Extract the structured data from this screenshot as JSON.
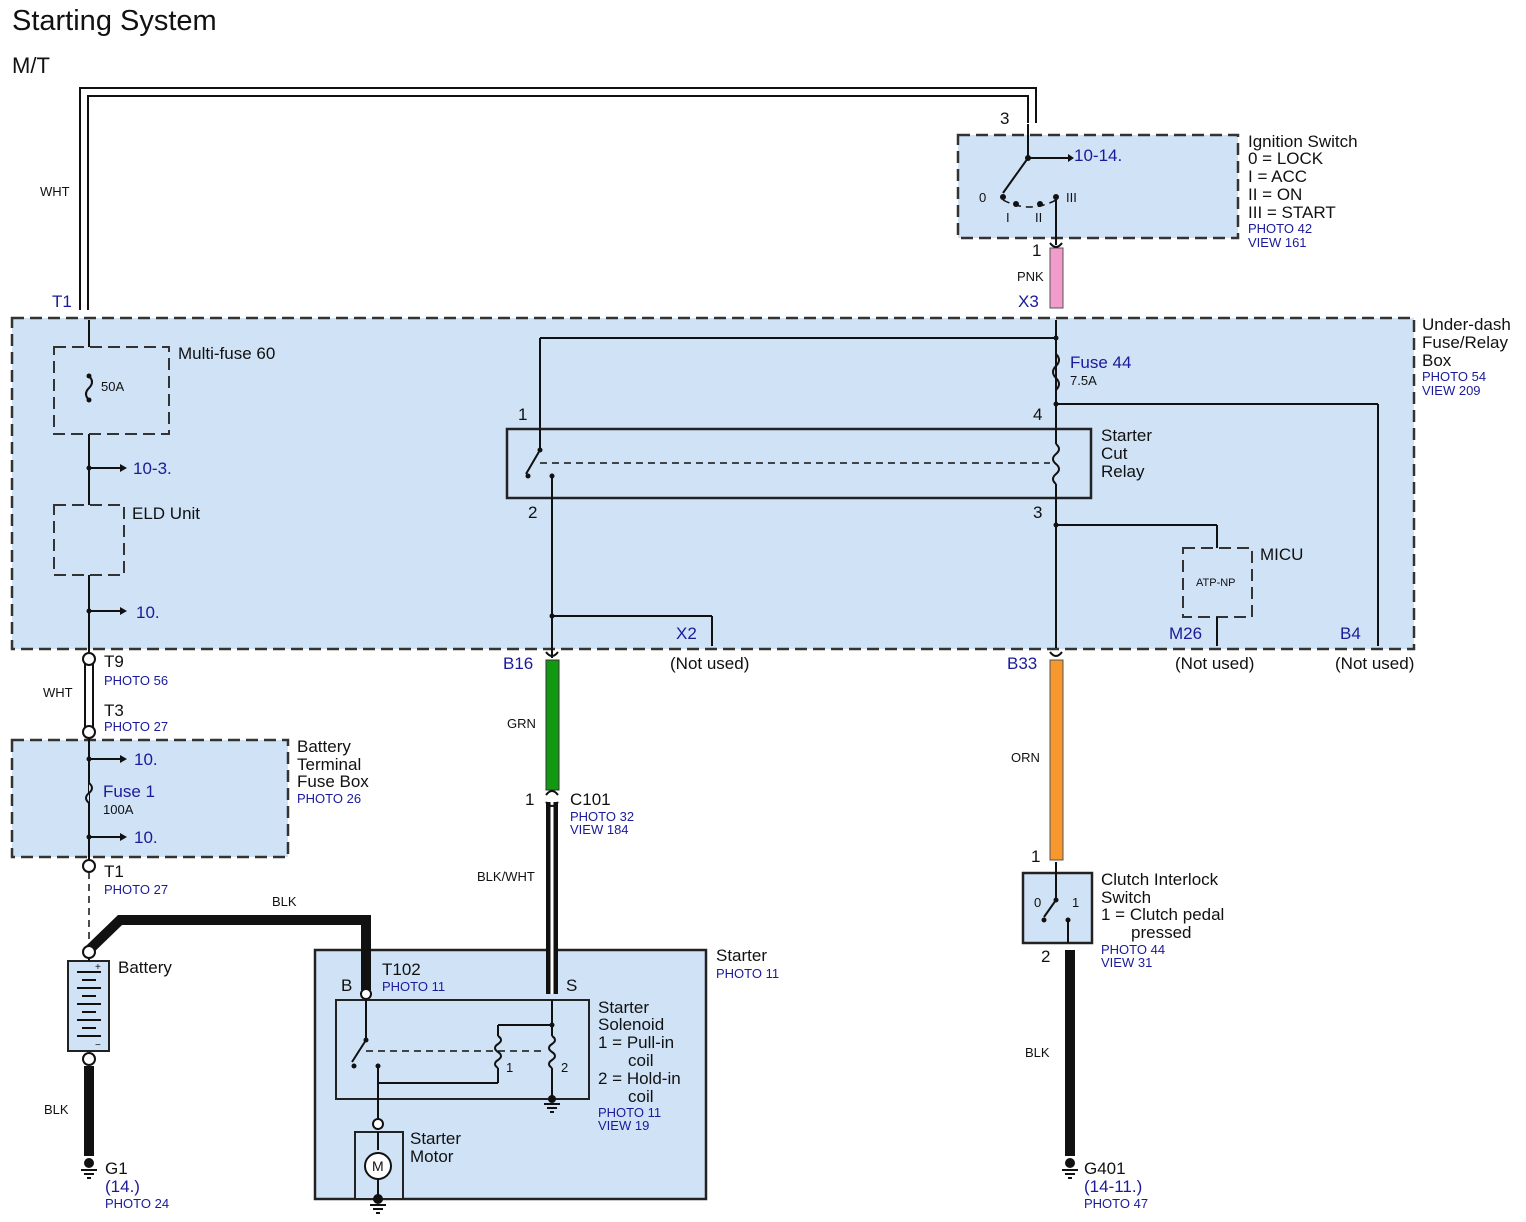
{
  "title": "Starting System",
  "subtitle": "M/T",
  "ignition_switch": {
    "name": "Ignition Switch",
    "pos0": "0 = LOCK",
    "pos1": "I = ACC",
    "pos2": "II = ON",
    "pos3": "III = START",
    "photo": "PHOTO 42",
    "view": "VIEW 161",
    "pin_top": "3",
    "pin_bottom": "1",
    "ref": "10-14.",
    "contact0": "0",
    "contact1": "I",
    "contact2": "II",
    "contact3": "III"
  },
  "fuse_relay_box": {
    "name_l1": "Under-dash",
    "name_l2": "Fuse/Relay",
    "name_l3": "Box",
    "photo": "PHOTO 54",
    "view": "VIEW 209",
    "t1": "T1",
    "x3": "X3",
    "multifuse": "Multi-fuse 60",
    "multifuse_rating": "50A",
    "ref_10_3": "10-3.",
    "eld": "ELD Unit",
    "ref_10": "10.",
    "fuse44": "Fuse 44",
    "fuse44_rating": "7.5A",
    "relay_l1": "Starter",
    "relay_l2": "Cut",
    "relay_l3": "Relay",
    "pin1": "1",
    "pin2": "2",
    "pin3": "3",
    "pin4": "4",
    "micu": "MICU",
    "micu_inner": "ATP-NP",
    "x2": "X2",
    "m26": "M26",
    "b4": "B4",
    "b16": "B16",
    "b33": "B33",
    "not_used": "(Not used)"
  },
  "wires": {
    "wht_top": "WHT",
    "pnk": "PNK",
    "wht_lower": "WHT",
    "grn": "GRN",
    "orn": "ORN",
    "blk_wht": "BLK/WHT",
    "blk_batt": "BLK",
    "blk_g1": "BLK",
    "blk_g401": "BLK"
  },
  "connectors": {
    "t9": "T9",
    "t9_photo": "PHOTO 56",
    "t3": "T3",
    "t3_photo": "PHOTO 27",
    "t1b": "T1",
    "t1b_photo": "PHOTO 27",
    "c101_pin": "1",
    "c101": "C101",
    "c101_photo": "PHOTO 32",
    "c101_view": "VIEW 184"
  },
  "battery_fuse_box": {
    "name_l1": "Battery",
    "name_l2": "Terminal",
    "name_l3": "Fuse Box",
    "photo": "PHOTO 26",
    "ref_a": "10.",
    "ref_b": "10.",
    "fuse1": "Fuse 1",
    "fuse1_rating": "100A"
  },
  "battery": {
    "name": "Battery",
    "plus": "+",
    "minus": "−"
  },
  "starter": {
    "name": "Starter",
    "photo": "PHOTO 11",
    "t102": "T102",
    "t102_photo": "PHOTO 11",
    "b": "B",
    "s": "S",
    "solenoid_l1": "Starter",
    "solenoid_l2": "Solenoid",
    "coil1_l1": "1 = Pull-in",
    "coil1_l2": "coil",
    "coil2_l1": "2 = Hold-in",
    "coil2_l2": "coil",
    "solenoid_photo": "PHOTO 11",
    "solenoid_view": "VIEW 19",
    "coil1_num": "1",
    "coil2_num": "2",
    "motor_l1": "Starter",
    "motor_l2": "Motor",
    "motor_symbol": "M"
  },
  "clutch_switch": {
    "name_l1": "Clutch Interlock",
    "name_l2": "Switch",
    "desc_l1": "1 = Clutch pedal",
    "desc_l2": "pressed",
    "photo": "PHOTO 44",
    "view": "VIEW 31",
    "pin_top": "1",
    "pin_bottom": "2",
    "contact0": "0",
    "contact1": "1"
  },
  "grounds": {
    "g1": "G1",
    "g1_ref": "(14.)",
    "g1_photo": "PHOTO 24",
    "g401": "G401",
    "g401_ref": "(14-11.)",
    "g401_photo": "PHOTO 47"
  },
  "colors": {
    "box_fill": "#cfe2f6",
    "link_blue": "#1a1a9a",
    "pnk": "#f29ccc",
    "grn": "#119911",
    "orn": "#f7982e"
  }
}
